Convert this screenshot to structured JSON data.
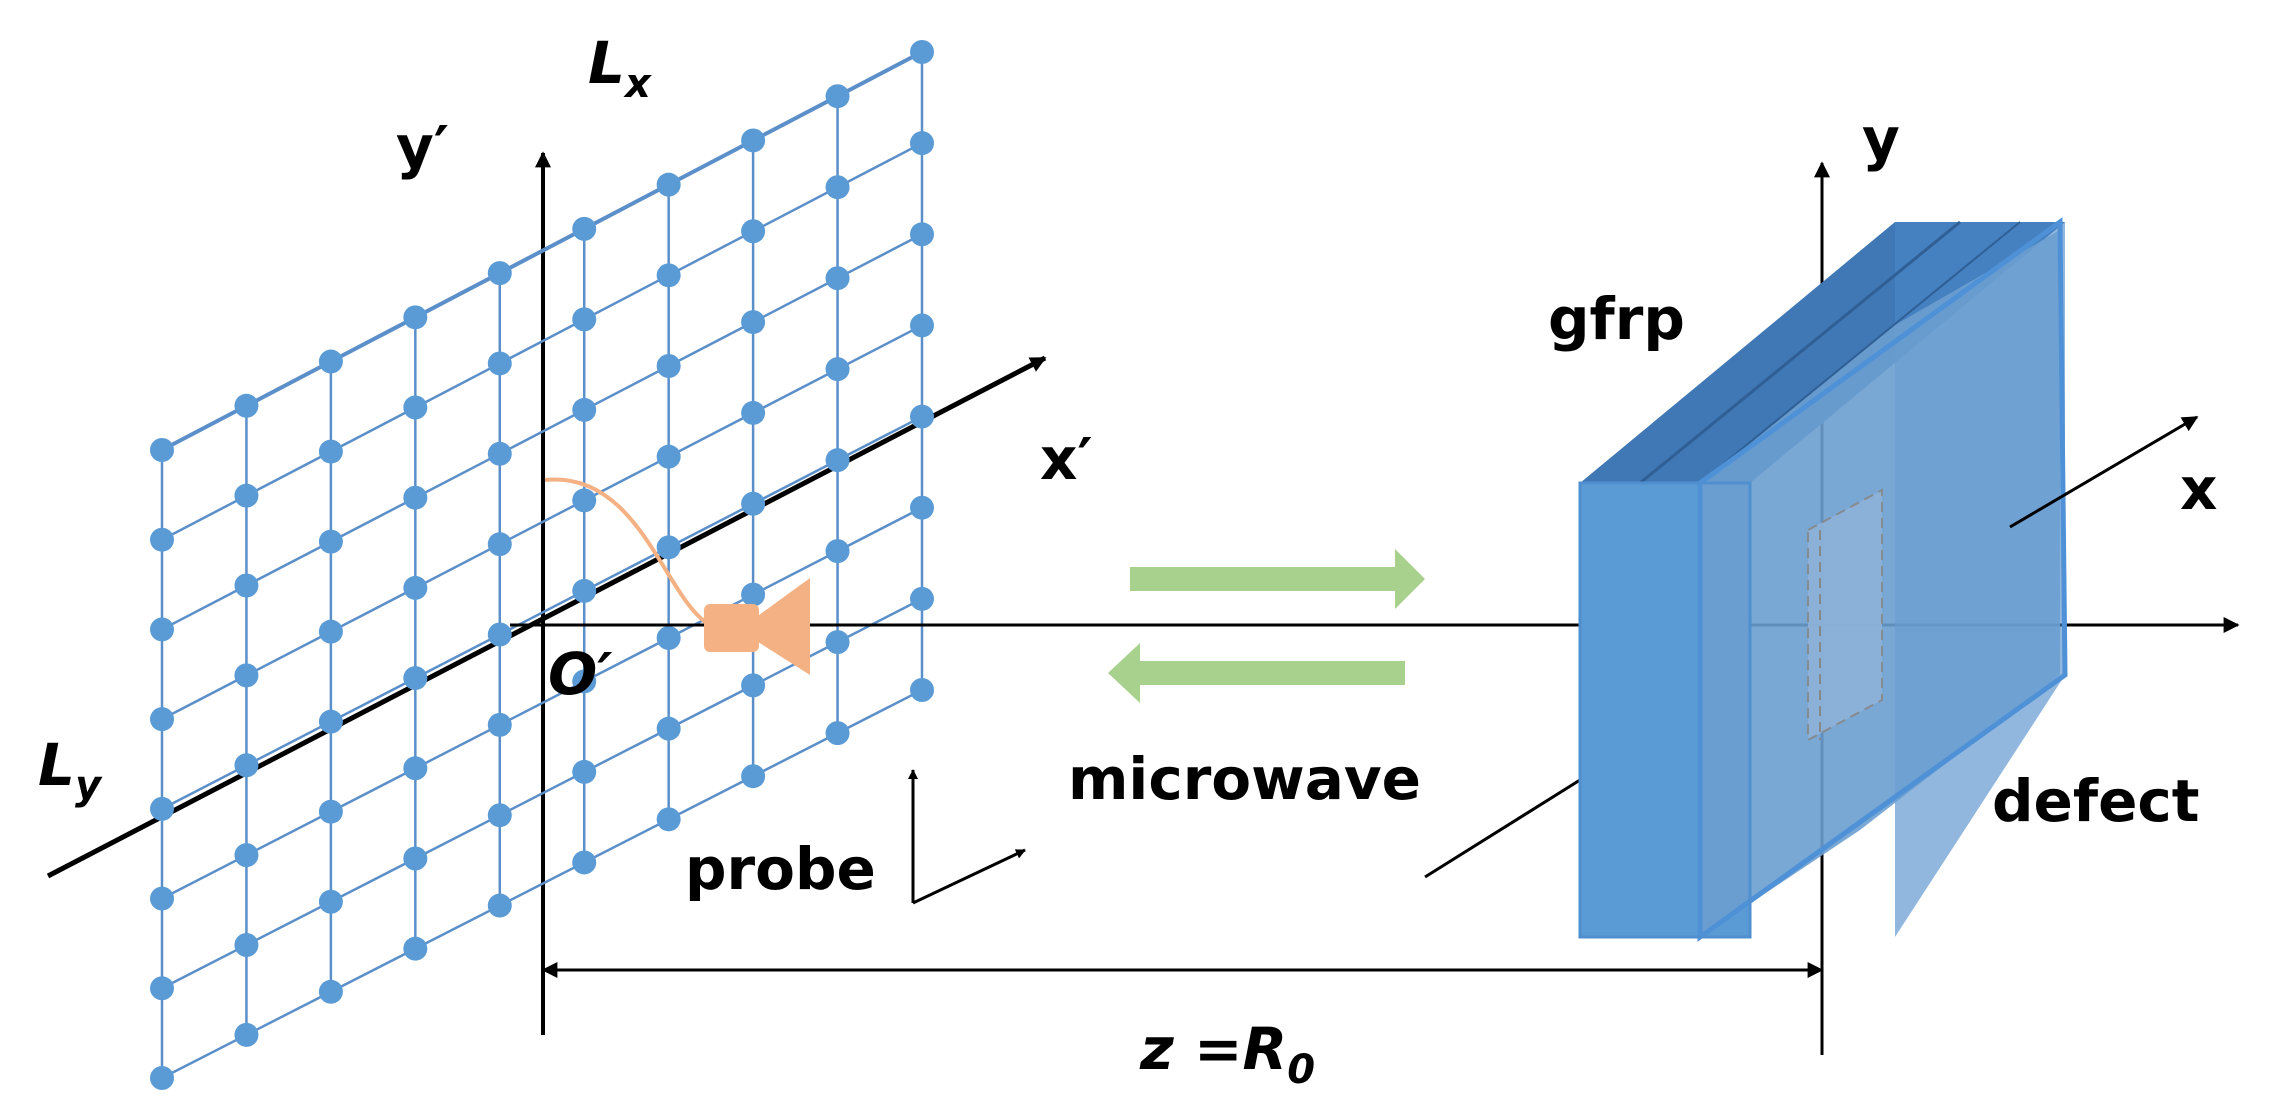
{
  "labels": {
    "lx_main": "L",
    "lx_sub": "x",
    "ly_main": "L",
    "ly_sub": "y",
    "y_prime": "y′",
    "x_prime": "x′",
    "origin": "O′",
    "probe": "probe",
    "microwave": "microwave",
    "gfrp": "gfrp",
    "defect": "defect",
    "y": "y",
    "x": "x",
    "distance_main": "z =R",
    "distance_sub": "0"
  },
  "colors": {
    "grid": "#5b8fc9",
    "node": "#5b9bd5",
    "axis": "#000000",
    "arrow": "#a9d18e",
    "probe": "#f4b183",
    "slab": "#5b9bd5"
  },
  "grid": {
    "rows": 8,
    "cols": 10
  }
}
